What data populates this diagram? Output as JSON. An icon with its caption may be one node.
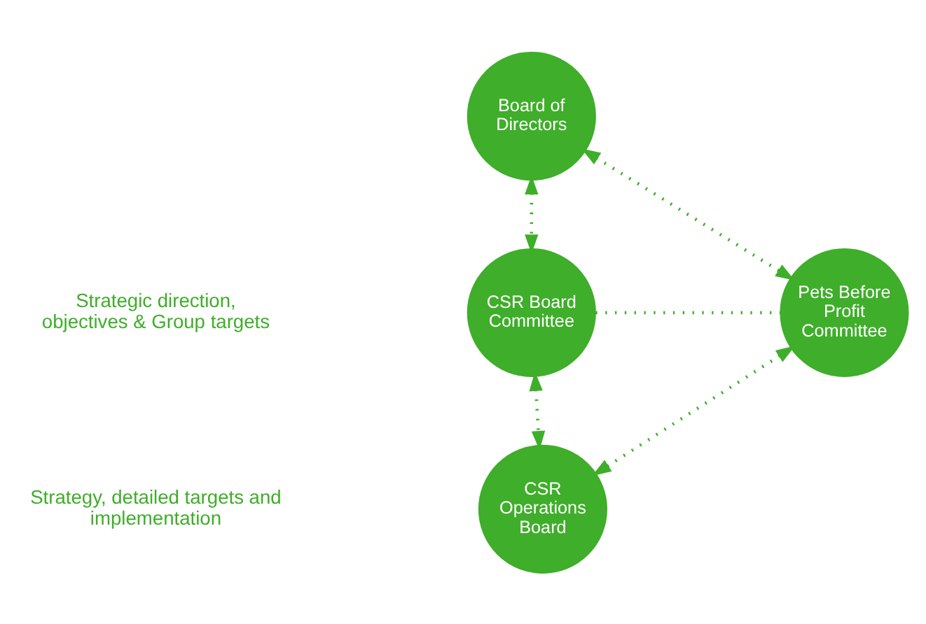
{
  "diagram": {
    "nodes": [
      {
        "text": [
          "Board of Directors"
        ]
      },
      {
        "text": [
          "CSR Board Committee"
        ]
      },
      {
        "text": [
          "Pets Before Profit Committee"
        ]
      },
      {
        "text": [
          "CSR Operations Board"
        ]
      }
    ],
    "edges": [
      {
        "from": 0,
        "to": 1,
        "arrow": "both"
      },
      {
        "from": 0,
        "to": 2,
        "arrow": "both"
      },
      {
        "from": 1,
        "to": 2,
        "arrow": "none"
      },
      {
        "from": 1,
        "to": 3,
        "arrow": "both"
      },
      {
        "from": 2,
        "to": 3,
        "arrow": "both"
      }
    ],
    "labels": [
      "Strategic direction, objectives & Group targets",
      "Strategy, detailed targets and implementation"
    ]
  }
}
